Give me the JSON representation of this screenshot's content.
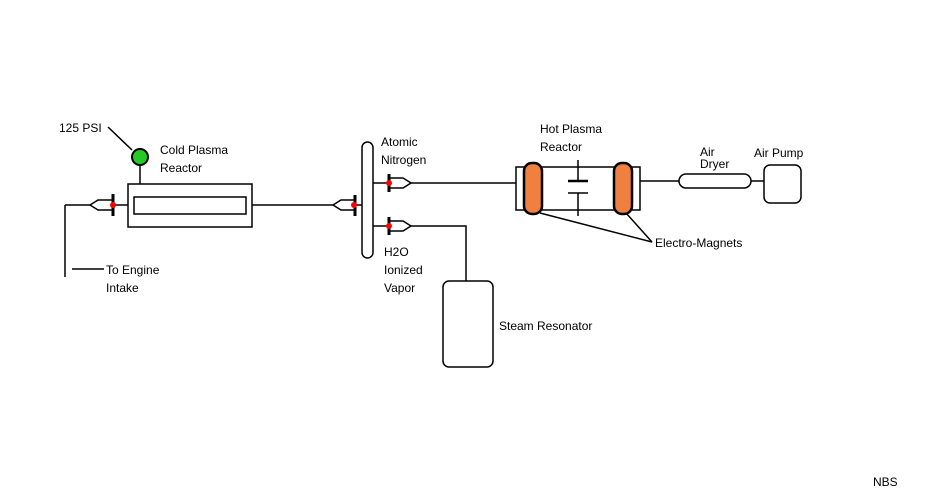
{
  "labels": {
    "pressure": "125 PSI",
    "cold_plasma_1": "Cold Plasma",
    "cold_plasma_2": "Reactor",
    "to_engine_1": "To Engine",
    "to_engine_2": "Intake",
    "atomic_1": "Atomic",
    "atomic_2": "Nitrogen",
    "h2o_1": "H2O",
    "h2o_2": "Ionized",
    "h2o_3": "Vapor",
    "steam": "Steam Resonator",
    "hot_plasma_1": "Hot Plasma",
    "hot_plasma_2": "Reactor",
    "electro": "Electro-Magnets",
    "air_dryer_1": "Air",
    "air_dryer_2": "Dryer",
    "air_pump": "Air Pump",
    "signature": "NBS"
  },
  "colors": {
    "line": "#000000",
    "gauge": "#22cc22",
    "valve_dot": "#ff0000",
    "magnet": "#f08040"
  }
}
